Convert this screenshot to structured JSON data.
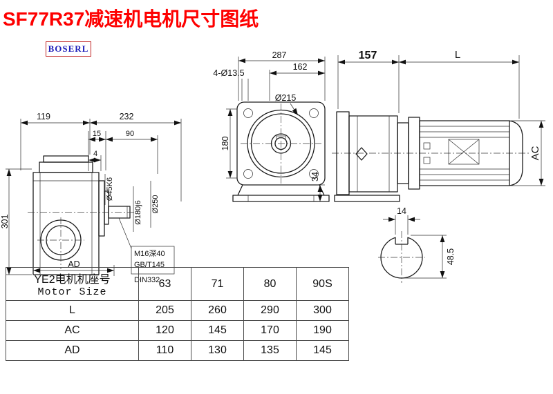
{
  "title": "SF77R37减速机电机尺寸图纸",
  "logo": "BOSERL",
  "colors": {
    "title": "#fe0000",
    "logo_text": "#2222bb",
    "logo_border": "#c02020",
    "line": "#1c1c1c"
  },
  "views": {
    "left": {
      "dim_119": "119",
      "dim_232": "232",
      "dim_15": "15",
      "dim_90": "90",
      "dim_4": "4",
      "dim_301": "301",
      "dim_ad": "AD",
      "label_shaft": "Ø45K6",
      "label_spigot": "Ø180j6",
      "label_flange": "Ø250",
      "note_tap": "M16深40",
      "note_std1": "GB/T145",
      "note_std2": "DIN332"
    },
    "front": {
      "dim_287": "287",
      "dim_162": "162",
      "dim_holes": "4-Ø13.5",
      "dim_pilot": "Ø215",
      "dim_180": "180",
      "dim_34": "34"
    },
    "side": {
      "dim_157": "157",
      "dim_L": "L",
      "dim_AC": "AC"
    },
    "shaft_section": {
      "dim_14": "14",
      "dim_485": "48.5"
    }
  },
  "table": {
    "header": {
      "cn": "YE2电机机座号",
      "en": "Motor Size"
    },
    "sizes": [
      "63",
      "71",
      "80",
      "90S"
    ],
    "rows": [
      {
        "label": "L",
        "values": [
          "205",
          "260",
          "290",
          "300"
        ]
      },
      {
        "label": "AC",
        "values": [
          "120",
          "145",
          "170",
          "190"
        ]
      },
      {
        "label": "AD",
        "values": [
          "110",
          "130",
          "135",
          "145"
        ]
      }
    ]
  }
}
